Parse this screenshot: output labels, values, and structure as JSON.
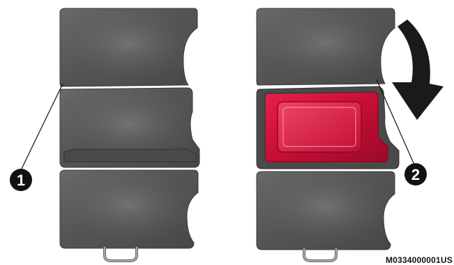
{
  "callouts": [
    {
      "label": "1"
    },
    {
      "label": "2"
    }
  ],
  "figure_code": "M0334000001US",
  "colors": {
    "panel": "#5a5a5a",
    "panel_dark": "#3e3e3e",
    "panel_highlight": "#7a7a7a",
    "accent_red": "#d0103a",
    "callout_fill": "#111111",
    "arrow": "#1a1a1a"
  }
}
